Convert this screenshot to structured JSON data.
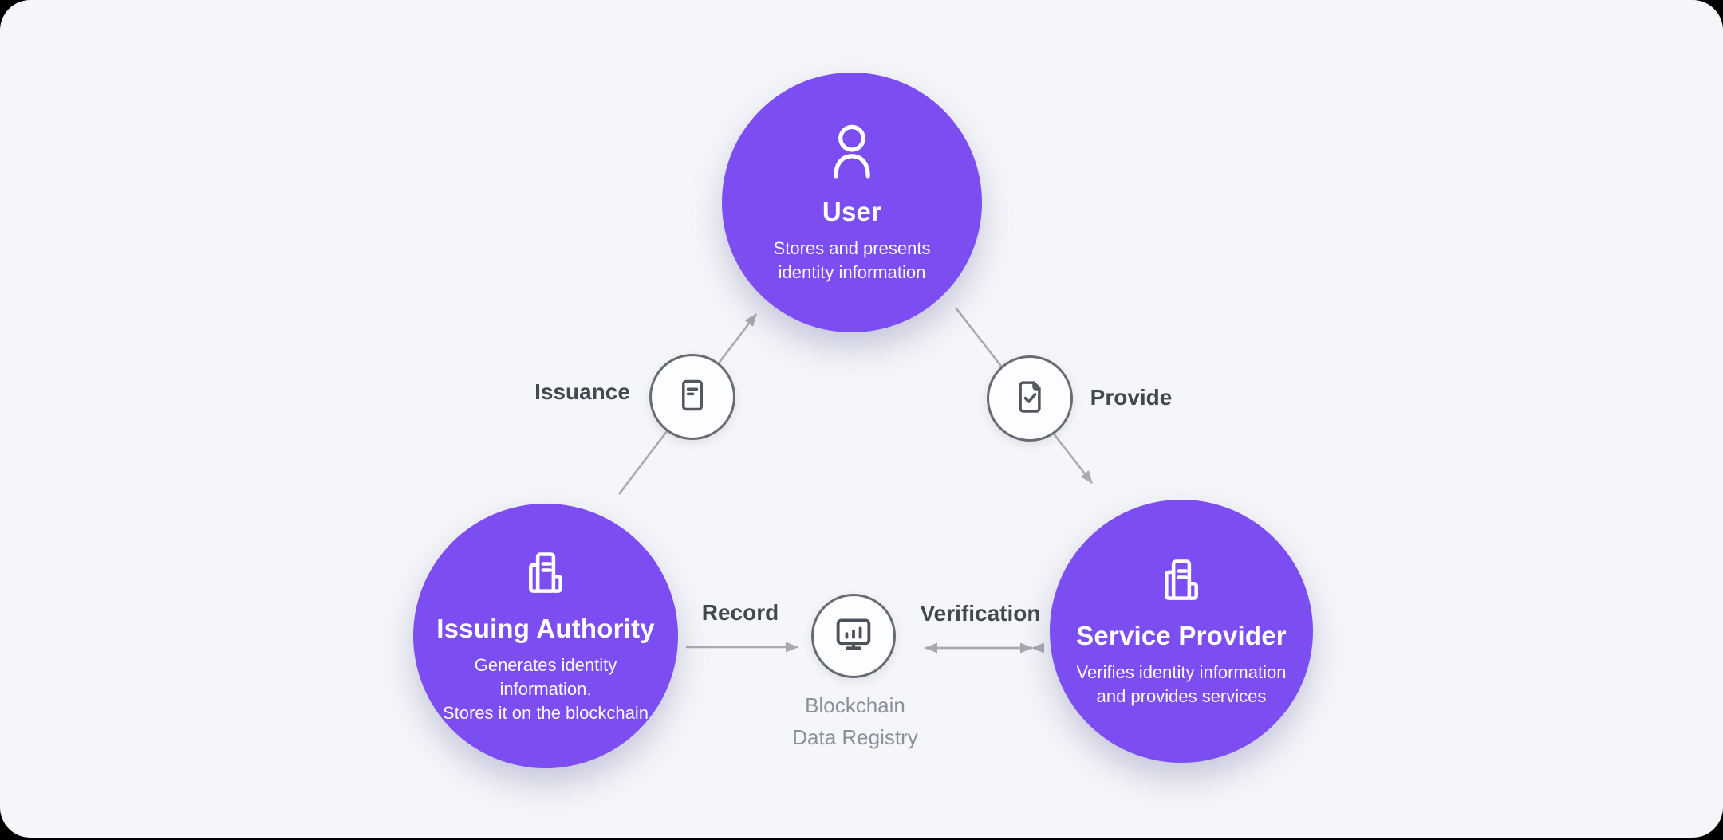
{
  "colors": {
    "background": "#000000",
    "panel_bg": "#F5F6F9",
    "node_purple": "#7C4DF0",
    "arrow_gray": "#A8AAAE",
    "edge_label_color": "#43474E",
    "muted_label_color": "#8B8F97",
    "chip_border": "#686B70"
  },
  "nodes": {
    "user": {
      "title": "User",
      "subtitle_lines": [
        "Stores and presents",
        "identity information"
      ],
      "icon": "person-icon"
    },
    "issuing_authority": {
      "title": "Issuing Authority",
      "subtitle_lines": [
        "Generates identity",
        "information,",
        "Stores it on the blockchain"
      ],
      "icon": "documents-building-icon"
    },
    "service_provider": {
      "title": "Service Provider",
      "subtitle_lines": [
        "Verifies identity information",
        "and provides services"
      ],
      "icon": "documents-building-icon"
    },
    "blockchain_registry": {
      "label_lines": [
        "Blockchain",
        "Data Registry"
      ],
      "icon": "monitor-chart-icon"
    }
  },
  "edges": {
    "issuance": {
      "label": "Issuance",
      "icon": "document-lines-icon",
      "from": "issuing_authority",
      "to": "user",
      "direction": "one-way"
    },
    "provide": {
      "label": "Provide",
      "icon": "document-check-icon",
      "from": "user",
      "to": "service_provider",
      "direction": "one-way"
    },
    "record": {
      "label": "Record",
      "from": "issuing_authority",
      "to": "blockchain_registry",
      "direction": "one-way"
    },
    "verification": {
      "label": "Verification",
      "from": "blockchain_registry",
      "to": "service_provider",
      "direction": "two-way"
    }
  }
}
